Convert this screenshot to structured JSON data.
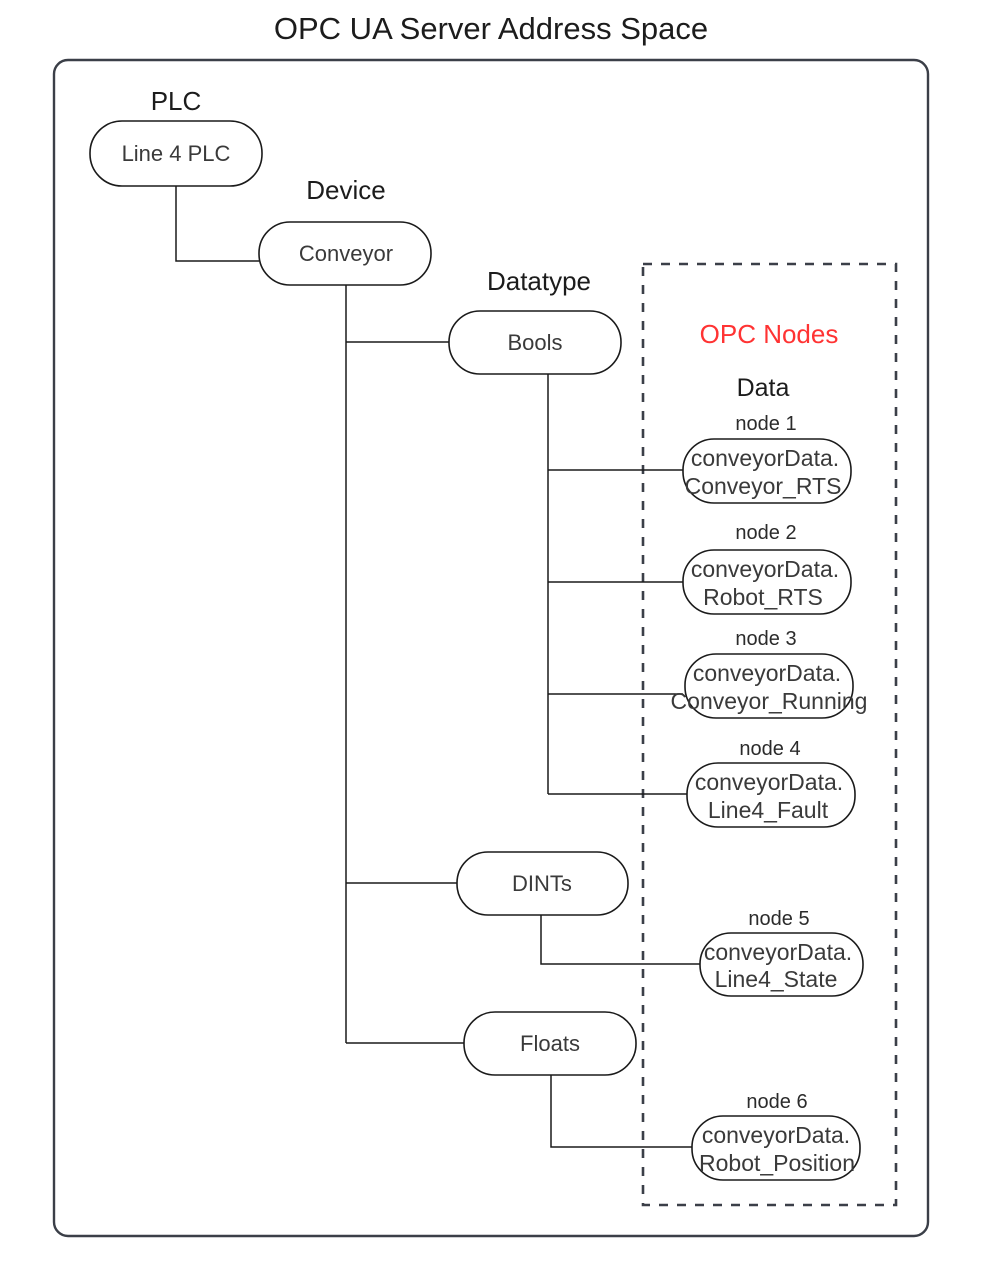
{
  "title": "OPC UA Server Address Space",
  "outer_container": {
    "name": "server-address-space-container"
  },
  "groups": {
    "plc_label": "PLC",
    "device_label": "Device",
    "datatype_label": "Datatype"
  },
  "opc_panel": {
    "title": "OPC Nodes",
    "subtitle": "Data",
    "title_color": "#ff3333"
  },
  "tree": {
    "plc": {
      "label": "Line 4 PLC"
    },
    "device": {
      "label": "Conveyor"
    },
    "datatypes": [
      {
        "label": "Bools"
      },
      {
        "label": "DINTs"
      },
      {
        "label": "Floats"
      }
    ]
  },
  "nodes": [
    {
      "caption": "node 1",
      "line1": "conveyorData.",
      "line2": "Conveyor_RTS",
      "parent": "Bools"
    },
    {
      "caption": "node 2",
      "line1": "conveyorData.",
      "line2": "Robot_RTS",
      "parent": "Bools"
    },
    {
      "caption": "node 3",
      "line1": "conveyorData.",
      "line2": "Conveyor_Running",
      "parent": "Bools"
    },
    {
      "caption": "node 4",
      "line1": "conveyorData.",
      "line2": "Line4_Fault",
      "parent": "Bools"
    },
    {
      "caption": "node 5",
      "line1": "conveyorData.",
      "line2": "Line4_State",
      "parent": "DINTs"
    },
    {
      "caption": "node 6",
      "line1": "conveyorData.",
      "line2": "Robot_Position",
      "parent": "Floats"
    }
  ],
  "colors": {
    "stroke": "#1a1a1a",
    "container_stroke": "#3b3f48",
    "text": "#2b2b2b",
    "accent_red": "#ff3333",
    "background": "#ffffff"
  }
}
